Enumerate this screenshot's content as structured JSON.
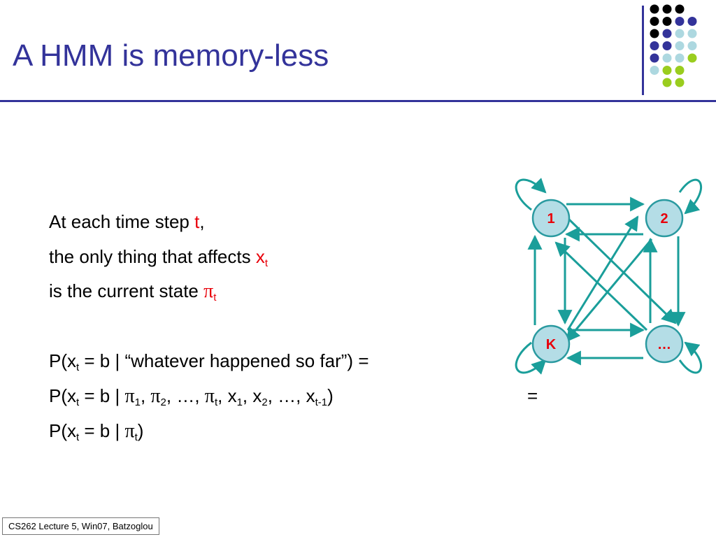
{
  "slide": {
    "title": "A HMM is memory-less",
    "footer": "CS262 Lecture 5, Win07, Batzoglou"
  },
  "body": {
    "line1": {
      "prefix": "At each time step ",
      "highlight": "t",
      "suffix": ","
    },
    "line2": {
      "prefix": "the only thing that affects ",
      "var": "x",
      "sub": "t"
    },
    "line3": {
      "prefix": "is the current state ",
      "pi": "π",
      "sub": "t"
    },
    "eq1": {
      "p": "P(x",
      "sub": "t",
      "rest": " =  b | “whatever happened so far”) ="
    },
    "eq2": {
      "p": "P(x",
      "t_sub": "t",
      "eq": " = b | ",
      "pi": "π",
      "sub1": "1",
      "sub2": "2",
      "comma": ", ",
      "ellipsis": "…",
      "x": "x",
      "t": "t",
      "tm1": "t-1",
      "close": ")",
      "trailing_eq": "="
    },
    "eq3": {
      "p": "P(x",
      "t_sub": "t",
      "eq": " = b | ",
      "pi": "π",
      "sub": "t",
      "close": ")"
    }
  },
  "diagram": {
    "nodes": [
      {
        "id": "n1",
        "label": "1"
      },
      {
        "id": "n2",
        "label": "2"
      },
      {
        "id": "nK",
        "label": "K"
      },
      {
        "id": "nE",
        "label": "…"
      }
    ],
    "colors": {
      "edge": "#1a9e9a",
      "node_fill": "#b4dde6",
      "node_stroke": "#2a9aa0",
      "label": "#e8000a"
    }
  },
  "decor": {
    "dot_colors": {
      "black": "#000000",
      "purple": "#33339a",
      "lightblue": "#add8e0",
      "green": "#9acd1e"
    }
  }
}
